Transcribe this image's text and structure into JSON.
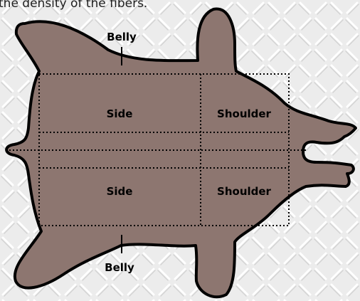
{
  "caption": "the density of the fibers.",
  "labels": {
    "belly_top": "Belly",
    "belly_bottom": "Belly",
    "side_upper": "Side",
    "side_lower": "Side",
    "shoulder_upper": "Shoulder",
    "shoulder_lower": "Shoulder"
  },
  "colors": {
    "background": "#efefef",
    "hide_fill": "#8d7670",
    "outline": "#000000",
    "divider": "#000000"
  }
}
